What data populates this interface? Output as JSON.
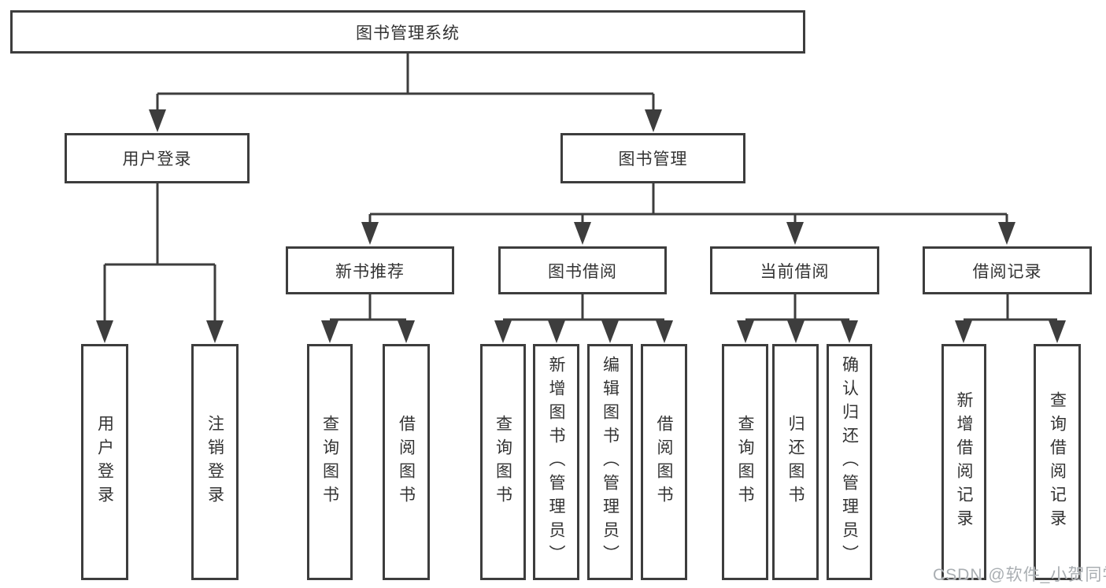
{
  "nodes": {
    "root": "图书管理系统",
    "login": "用户登录",
    "management": "图书管理",
    "login_children": {
      "user_login": "用户登录",
      "logout": "注销登录"
    },
    "recommend": "新书推荐",
    "borrow": "图书借阅",
    "current": "当前借阅",
    "records": "借阅记录",
    "recommend_children": {
      "query": "查询图书",
      "borrow": "借阅图书"
    },
    "borrow_children": {
      "query": "查询图书",
      "add": "新增图书（管理员）",
      "edit": "编辑图书（管理员）",
      "borrow": "借阅图书"
    },
    "current_children": {
      "query": "查询图书",
      "return": "归还图书",
      "confirm": "确认归还（管理员）"
    },
    "records_children": {
      "add": "新增借阅记录",
      "query": "查询借阅记录"
    }
  },
  "watermark": "CSDN @软件_小贺同学",
  "colors": {
    "line": "#3d3d3d",
    "text": "#333333",
    "watermark": "#a9aeb2",
    "background": "#ffffff"
  }
}
